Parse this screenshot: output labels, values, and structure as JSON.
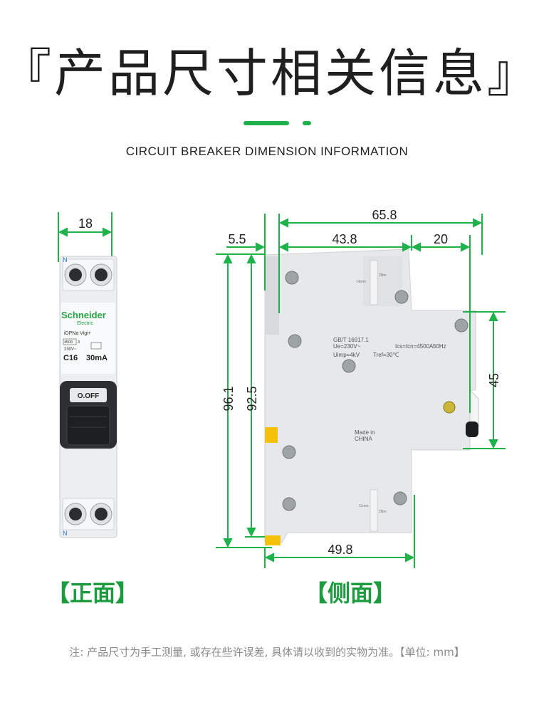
{
  "title": "『产品尺寸相关信息』",
  "subtitle": "CIRCUIT BREAKER DIMENSION INFORMATION",
  "colors": {
    "accent": "#1fb24a",
    "dimension_line": "#1fb24a",
    "label": "#1c9c3f"
  },
  "front_view": {
    "label": "【正面】",
    "dimension_width": "18",
    "brand": "Schneider",
    "brand_sub": "Electric",
    "model": "iDPNa Vigi+",
    "rating_box": "4500",
    "rating_class": "3",
    "voltage": "230V~",
    "current": "C16",
    "sensitivity": "30mA",
    "toggle_label": "O.OFF",
    "terminal_mark": "N"
  },
  "side_view": {
    "label": "【侧面】",
    "dimensions": {
      "overall_width": "65.8",
      "left_offset": "5.5",
      "middle_width": "43.8",
      "right_width": "20",
      "total_height": "96.1",
      "body_height": "92.5",
      "right_height": "45",
      "base_width": "49.8"
    },
    "standard": "GB/T 16917.1",
    "ue": "Ue=230V~",
    "ics": "Ics=Icn=4500A",
    "frequency": "50Hz",
    "uimp": "Uimp=4kV",
    "tref": "Tref=30℃",
    "origin": "Made in",
    "origin_country": "CHINA",
    "strip_length_top": "14mm",
    "strip_length_bottom": "11mm",
    "torque": "2Nm"
  },
  "note": "注: 产品尺寸为手工测量, 或存在些许误差, 具体请以收到的实物为准。【单位: mm】"
}
